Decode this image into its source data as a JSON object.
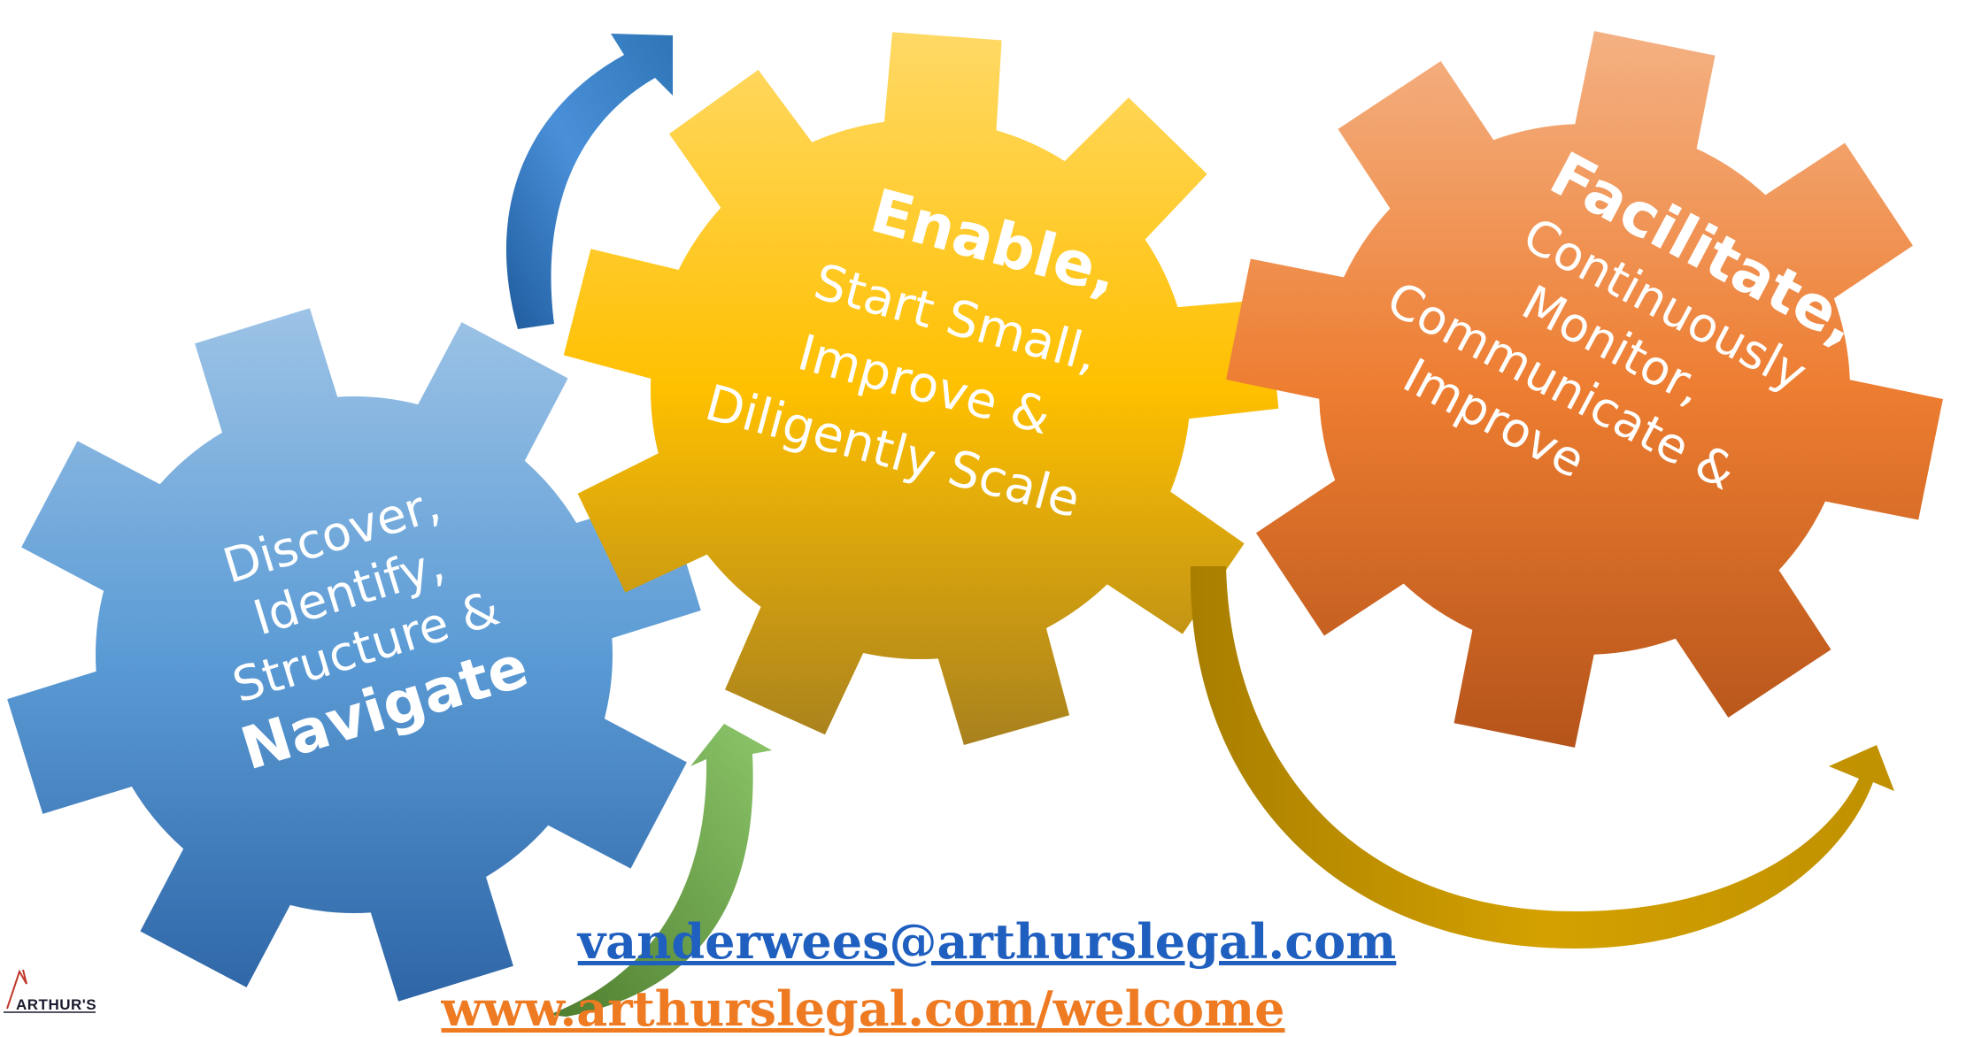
{
  "gears": {
    "blue": {
      "lines": [
        "Discover,",
        "Identify,",
        "Structure &"
      ],
      "bold": "Navigate",
      "color_top": "#9dc3e6",
      "color_bottom": "#2e65a6"
    },
    "yellow": {
      "bold": "Enable,",
      "lines": [
        "Start Small,",
        "Improve &",
        "Diligently Scale"
      ],
      "color_top": "#ffd966",
      "color_bottom": "#a8811e"
    },
    "orange": {
      "bold": "Facilitate,",
      "lines": [
        "Continuously",
        "Monitor,",
        "Communicate &",
        "Improve"
      ],
      "color_top": "#f4b183",
      "color_bottom": "#b5541a"
    }
  },
  "arrows": {
    "blue": "#2e75b6",
    "green": "#70ad47",
    "gold": "#bf9000"
  },
  "contact": {
    "email": "vanderwees@arthurslegal.com",
    "website": "www.arthurslegal.com/welcome",
    "email_color": "#1f5fbf",
    "website_color": "#ee7a22"
  },
  "logo": {
    "text": "ARTHUR'S"
  }
}
